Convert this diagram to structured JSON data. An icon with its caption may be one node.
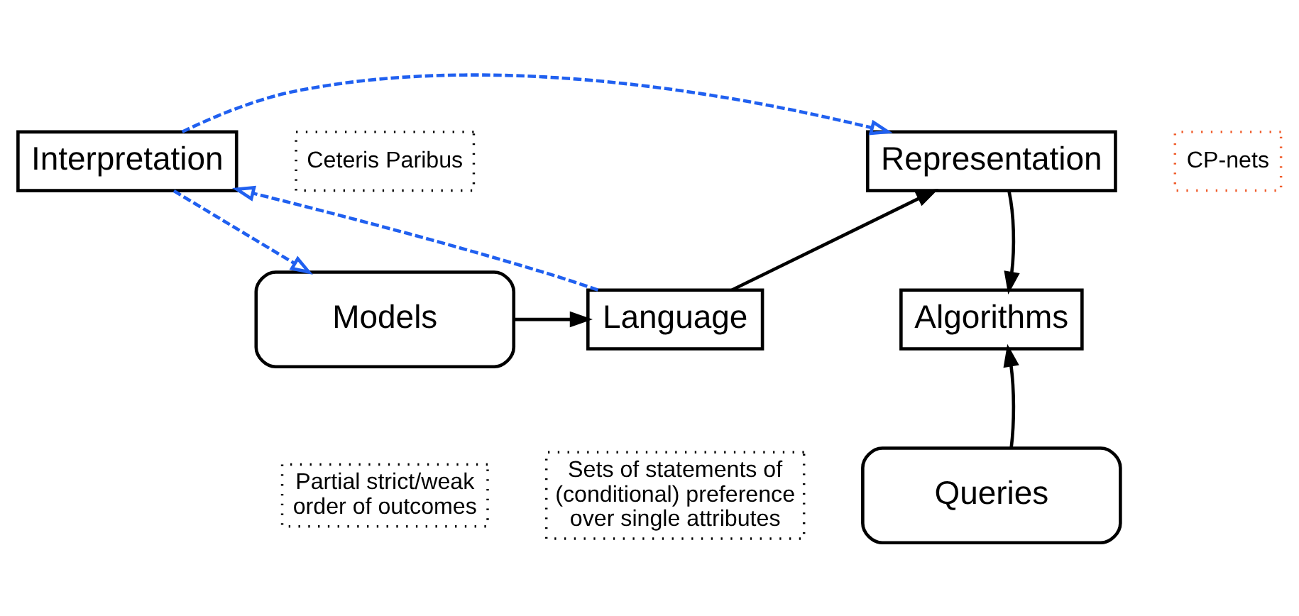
{
  "diagram": {
    "nodes": [
      {
        "text": [
          "Interpretation"
        ]
      },
      {
        "text": [
          "Representation"
        ]
      },
      {
        "text": [
          "Ceteris Paribus"
        ]
      },
      {
        "text": [
          "CP-nets"
        ]
      },
      {
        "text": [
          "Models"
        ]
      },
      {
        "text": [
          "Language"
        ]
      },
      {
        "text": [
          "Algorithms"
        ]
      },
      {
        "text": [
          "Partial strict/weak order of outcomes"
        ]
      },
      {
        "text": [
          "Sets of statements of (conditional) preference over single attributes"
        ]
      },
      {
        "text": [
          "Queries"
        ]
      }
    ],
    "edges": [
      {
        "from": 0,
        "to": 1,
        "arrow": "to",
        "style": "dashed",
        "color": "#2060f0"
      },
      {
        "from": 0,
        "to": 4,
        "arrow": "to",
        "style": "dashed",
        "color": "#2060f0"
      },
      {
        "from": 5,
        "to": 0,
        "arrow": "to",
        "style": "dashed",
        "color": "#2060f0"
      },
      {
        "from": 4,
        "to": 5,
        "arrow": "to"
      },
      {
        "from": 5,
        "to": 1,
        "arrow": "to"
      },
      {
        "from": 1,
        "to": 6,
        "arrow": "to"
      },
      {
        "from": 9,
        "to": 6,
        "arrow": "to"
      }
    ]
  }
}
